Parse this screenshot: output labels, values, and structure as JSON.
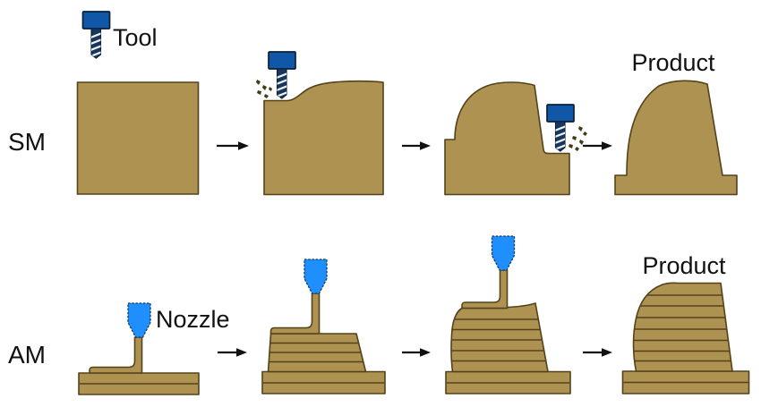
{
  "figure": {
    "type": "process-comparison-diagram",
    "rows": [
      {
        "id": "sm",
        "label": "SM",
        "tool_label": "Tool",
        "tool_icon": "milling-tool-icon",
        "product_label": "Product",
        "stages": [
          "raw-block",
          "first-cut-with-tool",
          "second-cut-with-tool",
          "finished-product"
        ],
        "arrow_icon": "right-arrow-icon"
      },
      {
        "id": "am",
        "label": "AM",
        "tool_label": "Nozzle",
        "tool_icon": "extrusion-nozzle-icon",
        "product_label": "Product",
        "stages": [
          "first-layer-deposition",
          "partial-layer-stack",
          "near-complete-layer-stack",
          "finished-layered-product"
        ],
        "arrow_icon": "right-arrow-icon"
      }
    ]
  },
  "colors": {
    "background": "#ffffff",
    "material": "#ad9251",
    "material_outline": "#54431a",
    "tool_head": "#1057a7",
    "tool_shank": "#17385e",
    "tool_outline": "#0a2038",
    "nozzle": "#1f8ffd",
    "nozzle_outline": "#123b63",
    "chip": "#463a14",
    "ink": "#111111"
  }
}
